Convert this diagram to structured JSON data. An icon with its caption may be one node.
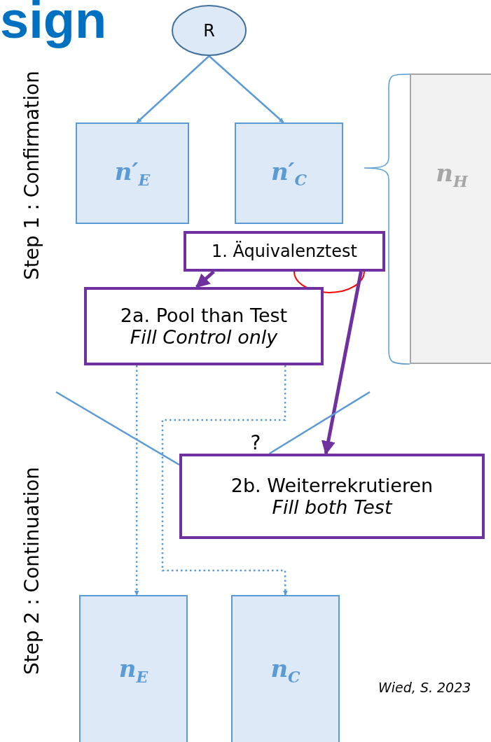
{
  "diagram": {
    "title": "sign",
    "nodes": [
      {
        "text": [
          "R"
        ]
      },
      {
        "text": [
          "n′$_{E}$"
        ]
      },
      {
        "text": [
          "n′$_{C}$"
        ]
      },
      {
        "text": [
          "n$_{H}$"
        ]
      },
      {
        "text": [
          "1. Äquivalenztest"
        ]
      },
      {
        "text": [
          "2a. Pool than Test",
          "Fill Control only"
        ]
      },
      {
        "text": [
          "2b. Weiterrekrutieren",
          "Fill both Test"
        ]
      },
      {
        "text": [
          "n$_{E}$"
        ]
      },
      {
        "text": [
          "n$_{C}$"
        ]
      }
    ],
    "edges": [
      {
        "from": 0,
        "to": 1,
        "arrow": "to"
      },
      {
        "from": 0,
        "to": 2,
        "arrow": "to"
      },
      {
        "from": 4,
        "to": 5,
        "arrow": "to",
        "style": "thick",
        "color": "#7030a0"
      },
      {
        "from": 4,
        "to": 6,
        "arrow": "to",
        "style": "thick",
        "color": "#7030a0"
      },
      {
        "from": 5,
        "to": 7,
        "arrow": "to",
        "style": "dashed"
      },
      {
        "from": 5,
        "to": 8,
        "arrow": "to",
        "style": "dashed"
      },
      {
        "from": null,
        "to": 6,
        "arrow": "none"
      },
      {
        "from": null,
        "to": 6,
        "arrow": "none"
      }
    ],
    "labels": [
      "Step 1 : Confirmation",
      "Step 2 : Continuation",
      "?",
      "Wied, S. 2023"
    ]
  }
}
